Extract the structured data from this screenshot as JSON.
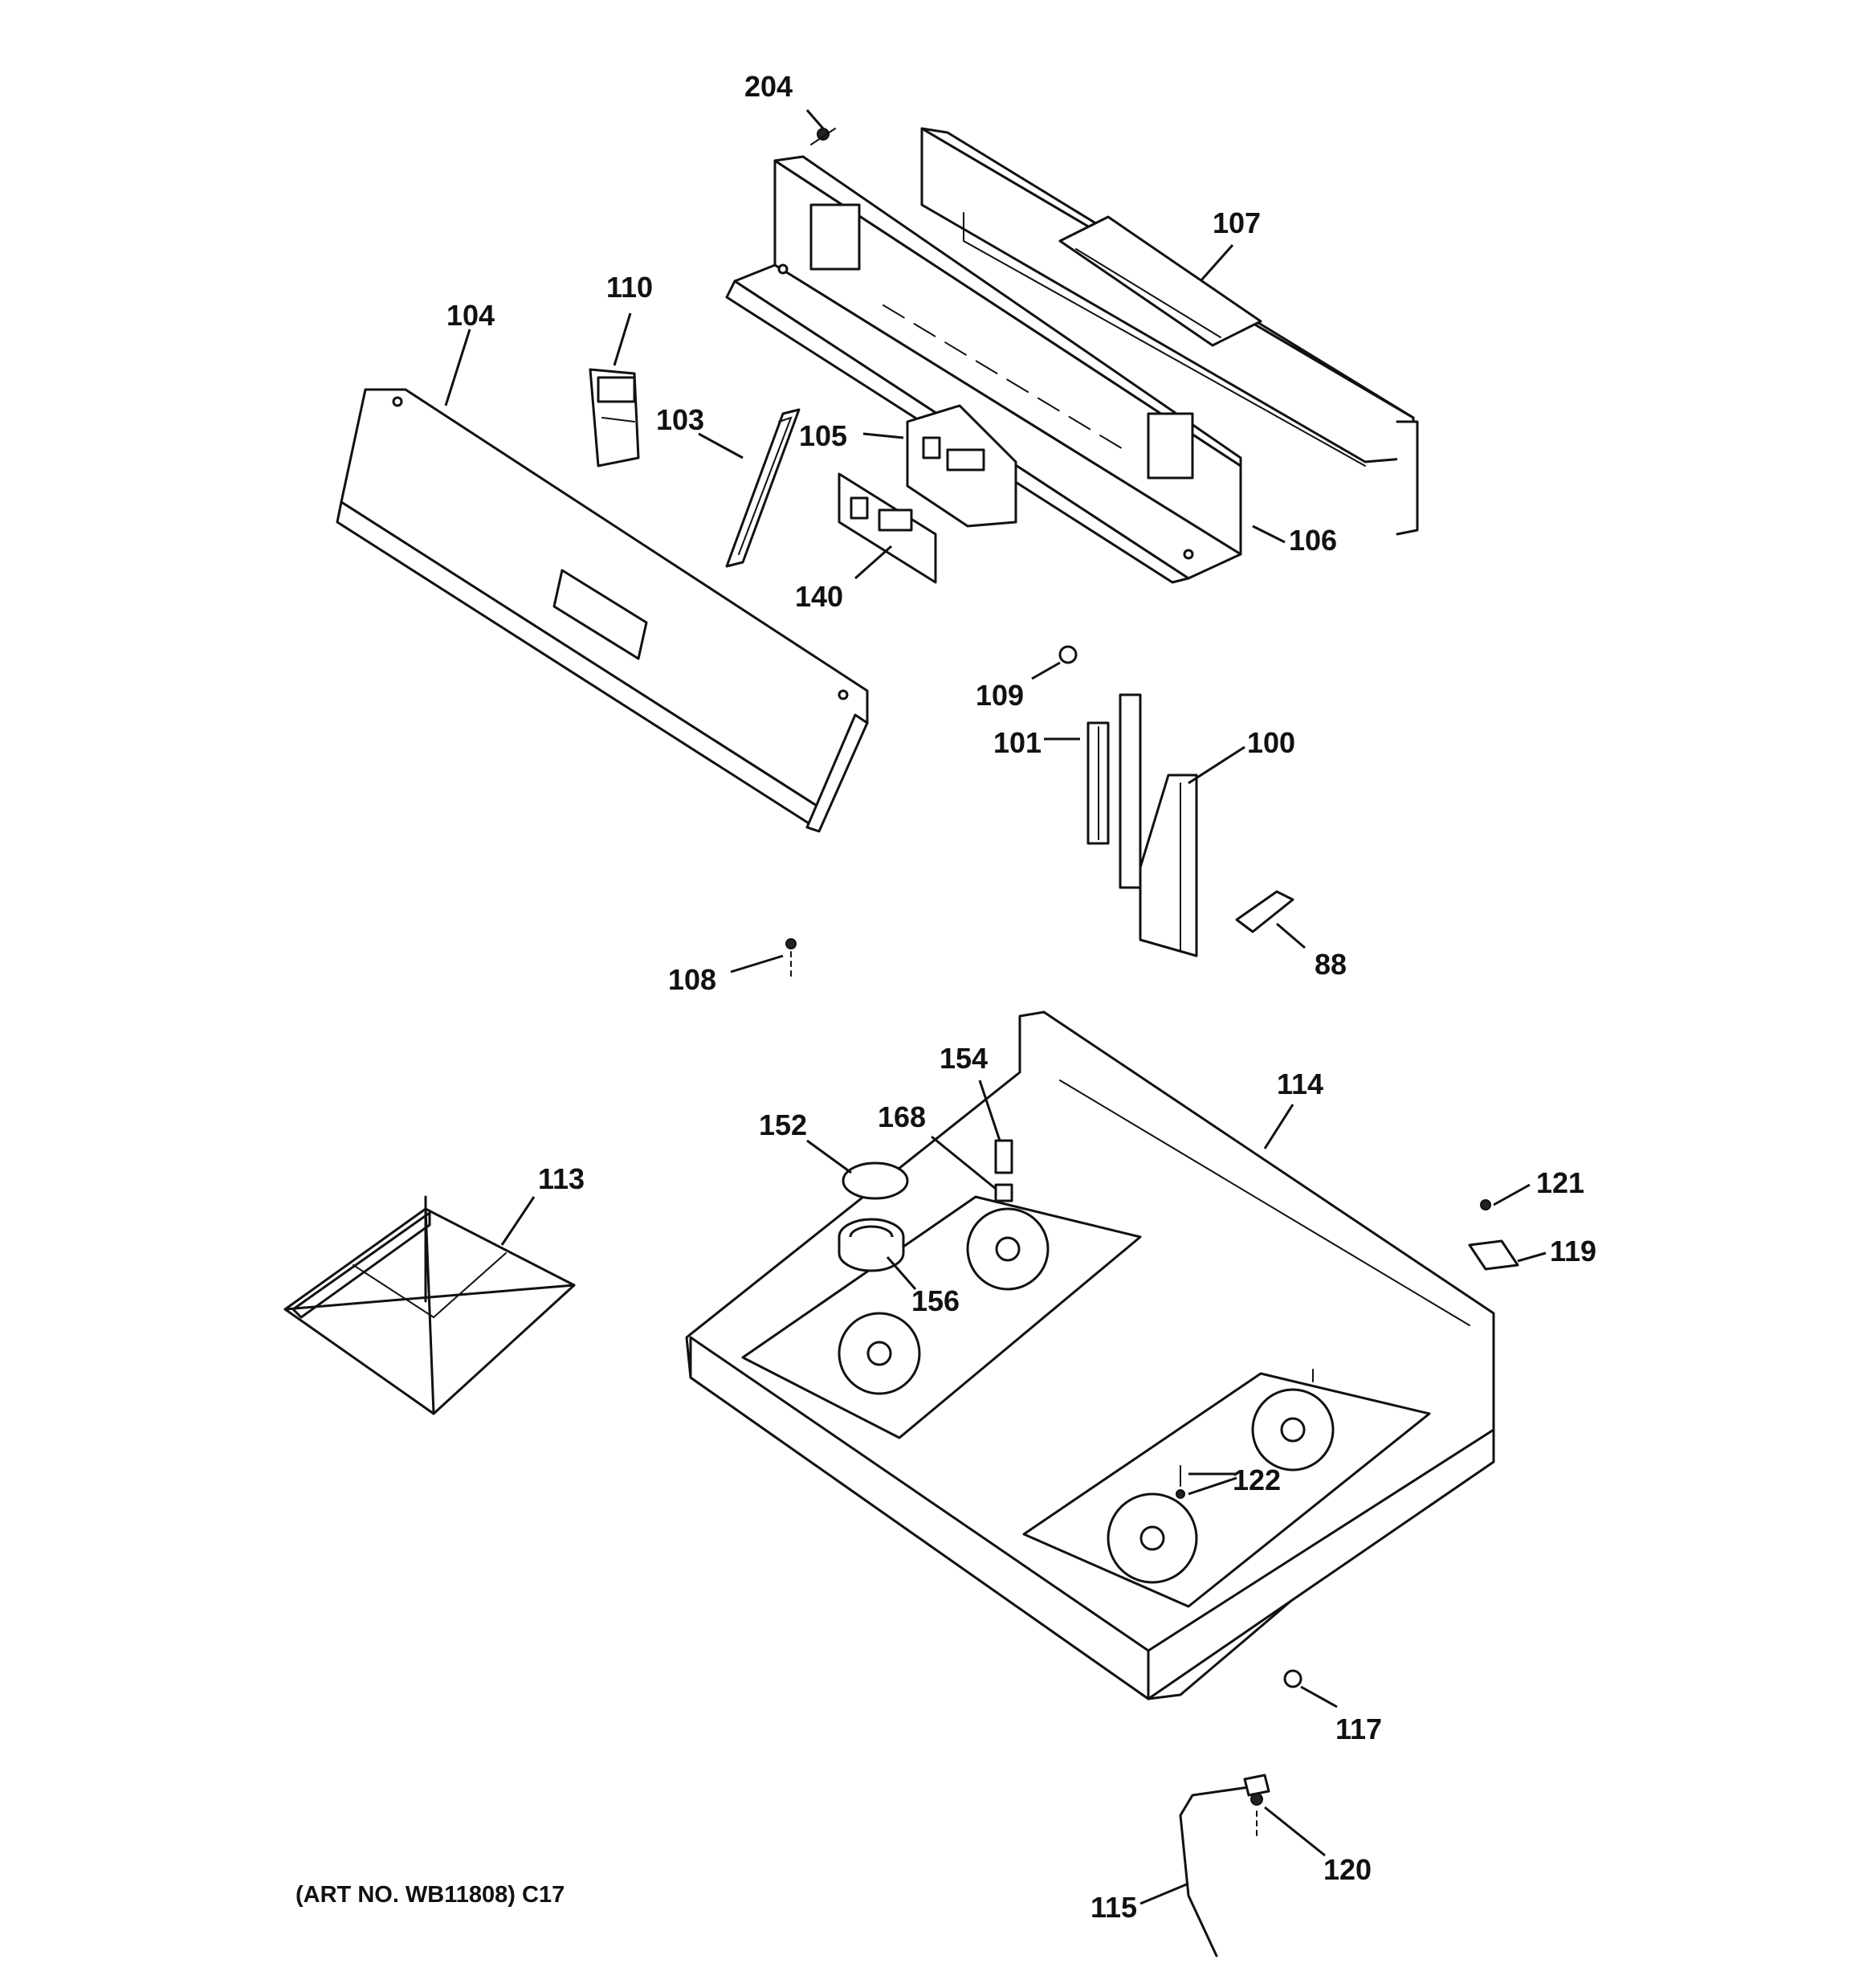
{
  "diagram": {
    "art_number": "(ART NO. WB11808) C17",
    "callouts": {
      "c204": "204",
      "c107": "107",
      "c110": "110",
      "c104": "104",
      "c103": "103",
      "c105": "105",
      "c106": "106",
      "c140": "140",
      "c109": "109",
      "c101": "101",
      "c100": "100",
      "c88": "88",
      "c108": "108",
      "c154": "154",
      "c114": "114",
      "c168": "168",
      "c152": "152",
      "c113": "113",
      "c121": "121",
      "c119": "119",
      "c156": "156",
      "c122": "122",
      "c117": "117",
      "c120": "120",
      "c115": "115"
    }
  }
}
